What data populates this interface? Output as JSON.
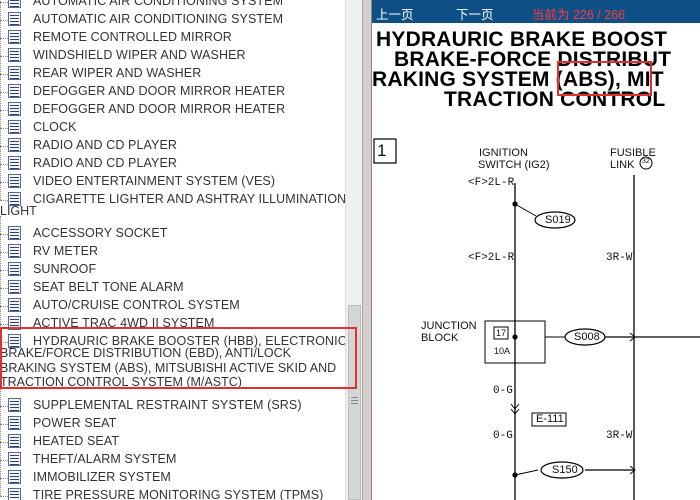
{
  "tree": {
    "items": [
      {
        "label": "AUTOMATIC AIR CONDITIONING SYSTEM"
      },
      {
        "label": "AUTOMATIC AIR CONDITIONING SYSTEM"
      },
      {
        "label": "REMOTE CONTROLLED MIRROR"
      },
      {
        "label": "WINDSHIELD WIPER AND WASHER"
      },
      {
        "label": "REAR WIPER AND WASHER"
      },
      {
        "label": "DEFOGGER AND DOOR MIRROR HEATER"
      },
      {
        "label": "DEFOGGER AND DOOR MIRROR HEATER"
      },
      {
        "label": "CLOCK"
      },
      {
        "label": "RADIO AND CD PLAYER"
      },
      {
        "label": "RADIO AND CD PLAYER"
      },
      {
        "label": "VIDEO ENTERTAINMENT SYSTEM (VES)"
      },
      {
        "label": "CIGARETTE LIGHTER AND ASHTRAY ILLUMINATION",
        "cont": "LIGHT"
      },
      {
        "label": "ACCESSORY SOCKET"
      },
      {
        "label": "RV METER"
      },
      {
        "label": "SUNROOF"
      },
      {
        "label": "SEAT BELT TONE ALARM"
      },
      {
        "label": "AUTO/CRUISE CONTROL SYSTEM"
      },
      {
        "label": "ACTIVE TRAC 4WD II SYSTEM"
      },
      {
        "label": "HYDRAURIC BRAKE BOOSTER (HBB), ELECTRONIC",
        "cont": [
          "BRAKE/FORCE DISTRIBUTION (EBD), ANTI/LOCK",
          "BRAKING SYSTEM (ABS), MITSUBISHI ACTIVE SKID AND",
          "TRACTION CONTROL SYSTEM (M/ASTC)"
        ]
      },
      {
        "label": "SUPPLEMENTAL RESTRAINT SYSTEM (SRS)"
      },
      {
        "label": "POWER SEAT"
      },
      {
        "label": "HEATED SEAT"
      },
      {
        "label": "THEFT/ALARM SYSTEM"
      },
      {
        "label": "IMMOBILIZER SYSTEM"
      },
      {
        "label": "TIRE PRESSURE MONITORING SYSTEM (TPMS)"
      }
    ]
  },
  "nav": {
    "prev": "上一页",
    "next": "下一页",
    "page": "当前为 226 / 266"
  },
  "doc": {
    "title_lines": [
      "HYDRAURIC BRAKE BOOST",
      "BRAKE-FORCE DISTRIBUT",
      "RAKING SYSTEM (ABS), MIT",
      "TRACTION CONTROL"
    ],
    "diagram": {
      "section": "1",
      "ignition_label": [
        "IGNITION",
        "SWITCH (IG2)"
      ],
      "fusible_label": [
        "FUSIBLE",
        "LINK"
      ],
      "fusible_num": "32",
      "wire_f2lr_1": "<F>2L-R",
      "wire_f2lr_2": "<F>2L-R",
      "wire_3rw_1": "3R-W",
      "wire_3rw_2": "3R-W",
      "splice_s019": "S019",
      "splice_s008": "S008",
      "splice_s150": "S150",
      "junction_label": [
        "JUNCTION",
        "BLOCK"
      ],
      "fuse_num": "17",
      "fuse_amp": "10A",
      "wire_og_1": "0-G",
      "wire_og_2": "0-G",
      "connector": "E-111"
    }
  },
  "colors": {
    "nav_bg": "#0e4f85",
    "page_indicator": "#ff3b3b",
    "highlight": "#e03030"
  }
}
